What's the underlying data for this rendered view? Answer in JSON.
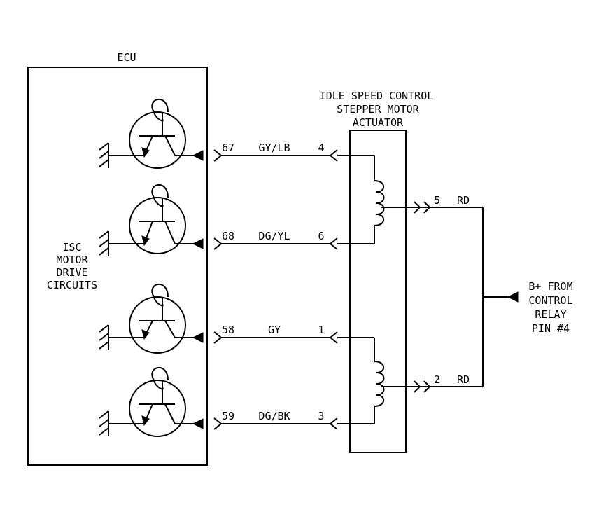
{
  "ecu": {
    "title": "ECU",
    "drive_label": [
      "ISC",
      "MOTOR",
      "DRIVE",
      "CIRCUITS"
    ]
  },
  "actuator": {
    "title": [
      "IDLE SPEED CONTROL",
      "STEPPER MOTOR",
      "ACTUATOR"
    ]
  },
  "wires": [
    {
      "ecu_pin": "67",
      "color": "GY/LB",
      "actuator_pin": "4"
    },
    {
      "ecu_pin": "68",
      "color": "DG/YL",
      "actuator_pin": "6"
    },
    {
      "ecu_pin": "58",
      "color": "GY",
      "actuator_pin": "1"
    },
    {
      "ecu_pin": "59",
      "color": "DG/BK",
      "actuator_pin": "3"
    }
  ],
  "supply_wires": [
    {
      "pin": "5",
      "color": "RD"
    },
    {
      "pin": "2",
      "color": "RD"
    }
  ],
  "power_source": [
    "B+ FROM",
    "CONTROL",
    "RELAY",
    "PIN #4"
  ]
}
